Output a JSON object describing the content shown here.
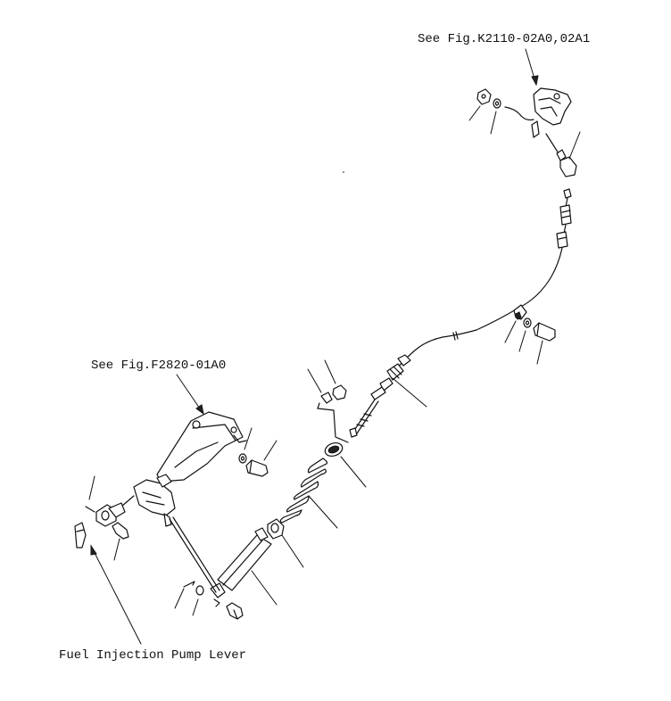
{
  "labels": {
    "see_fig_top": "See Fig.K2110-02A0,02A1",
    "see_fig_left": "See Fig.F2820-01A0",
    "pump_lever": "Fuel Injection Pump Lever"
  },
  "colors": {
    "line": "#111111",
    "background": "#ffffff"
  }
}
